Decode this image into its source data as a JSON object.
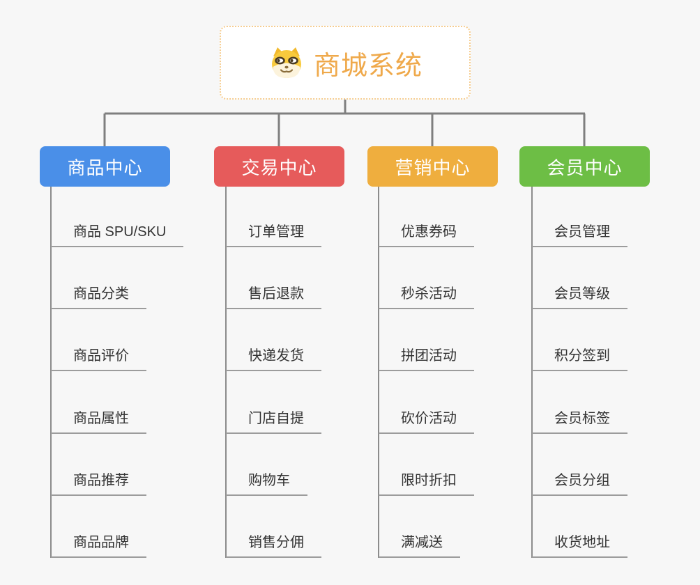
{
  "page": {
    "background_color": "#f7f7f7",
    "connector_color": "#7f7f7f",
    "underline_color": "#9c9c9c"
  },
  "root": {
    "title": "商城系统",
    "icon": "shiba-dog-icon",
    "text_color": "#efa94b",
    "border_color": "#f6cd90",
    "background": "#ffffff"
  },
  "branches": [
    {
      "label": "商品中心",
      "color": "#4a8fe8",
      "items": [
        "商品 SPU/SKU",
        "商品分类",
        "商品评价",
        "商品属性",
        "商品推荐",
        "商品品牌"
      ]
    },
    {
      "label": "交易中心",
      "color": "#e65b5b",
      "items": [
        "订单管理",
        "售后退款",
        "快递发货",
        "门店自提",
        "购物车",
        "销售分佣"
      ]
    },
    {
      "label": "营销中心",
      "color": "#efae3e",
      "items": [
        "优惠券码",
        "秒杀活动",
        "拼团活动",
        "砍价活动",
        "限时折扣",
        "满减送"
      ]
    },
    {
      "label": "会员中心",
      "color": "#6dbe45",
      "items": [
        "会员管理",
        "会员等级",
        "积分签到",
        "会员标签",
        "会员分组",
        "收货地址"
      ]
    }
  ]
}
